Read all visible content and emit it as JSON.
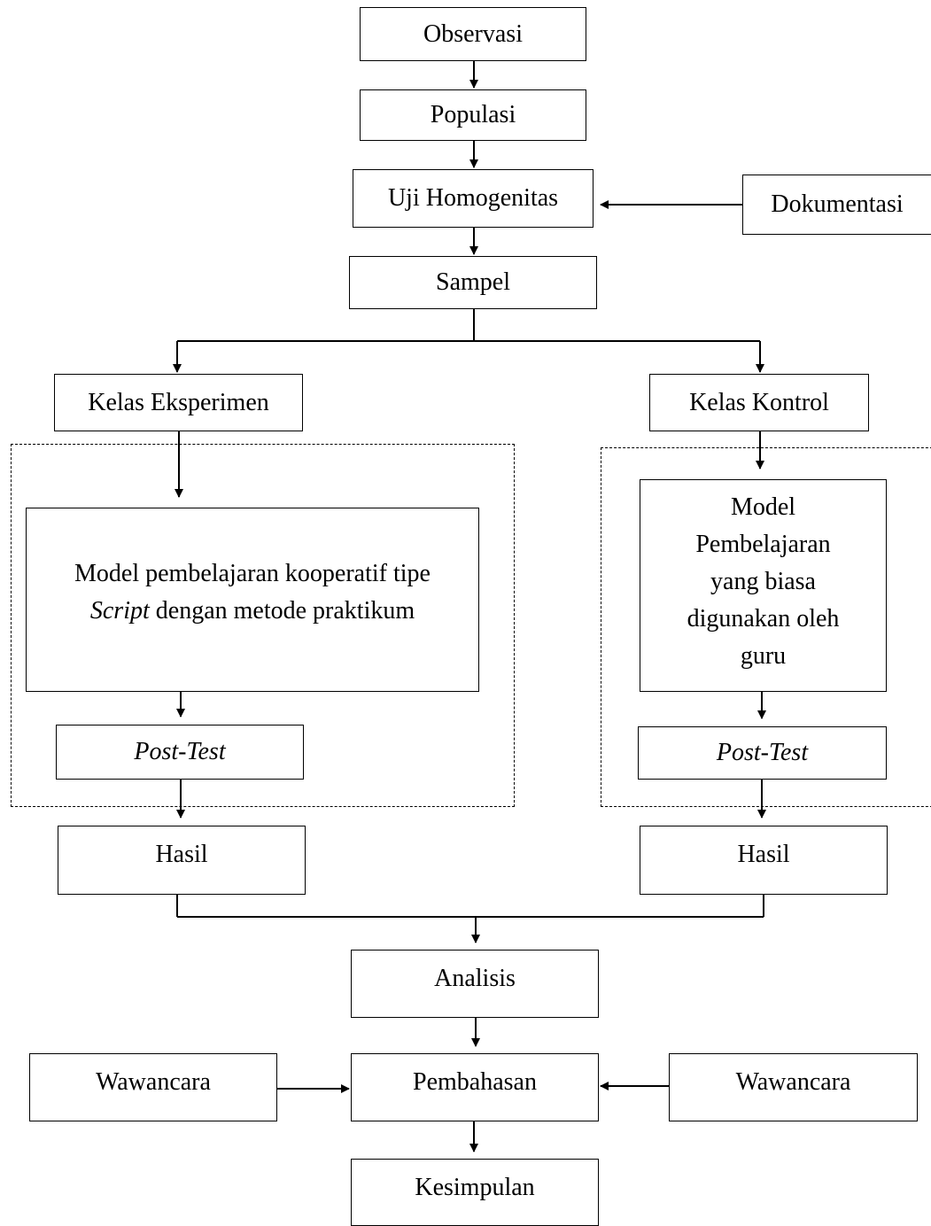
{
  "diagram": {
    "observasi": "Observasi",
    "populasi": "Populasi",
    "uji_homogenitas": "Uji Homogenitas",
    "dokumentasi": "Dokumentasi",
    "sampel": "Sampel",
    "kelas_eksperimen": "Kelas Eksperimen",
    "kelas_kontrol": "Kelas Kontrol",
    "model_eksperimen_line1": "Model pembelajaran kooperatif tipe",
    "model_eksperimen_line2_italic": "Script",
    "model_eksperimen_line2_rest": " dengan metode praktikum",
    "model_kontrol_lines": [
      "Model",
      "Pembelajaran",
      "yang biasa",
      "digunakan oleh",
      "guru"
    ],
    "post_test_left": "Post-Test",
    "post_test_right": "Post-Test",
    "hasil_left": "Hasil",
    "hasil_right": "Hasil",
    "analisis": "Analisis",
    "wawancara_left": "Wawancara",
    "pembahasan": "Pembahasan",
    "wawancara_right": "Wawancara",
    "kesimpulan": "Kesimpulan"
  }
}
